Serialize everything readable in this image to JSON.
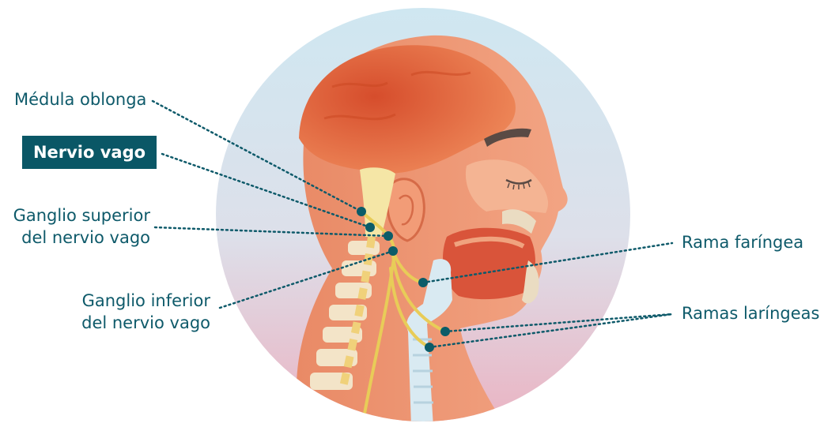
{
  "title": "Nervio vago",
  "labels": {
    "medula": "Médula oblonga",
    "ganglio_sup_1": "Ganglio superior",
    "ganglio_sup_2": "del nervio vago",
    "ganglio_inf_1": "Ganglio inferior",
    "ganglio_inf_2": "del nervio vago",
    "rama_faringea": "Rama faríngea",
    "ramas_laringeas": "Ramas laríngeas"
  },
  "colors": {
    "label_text": "#0e5a6a",
    "title_bg": "#0a5766",
    "nerve": "#e8cc58",
    "node": "#0b5c68",
    "skin": "#ef9b76",
    "brain": "#e2663c"
  }
}
